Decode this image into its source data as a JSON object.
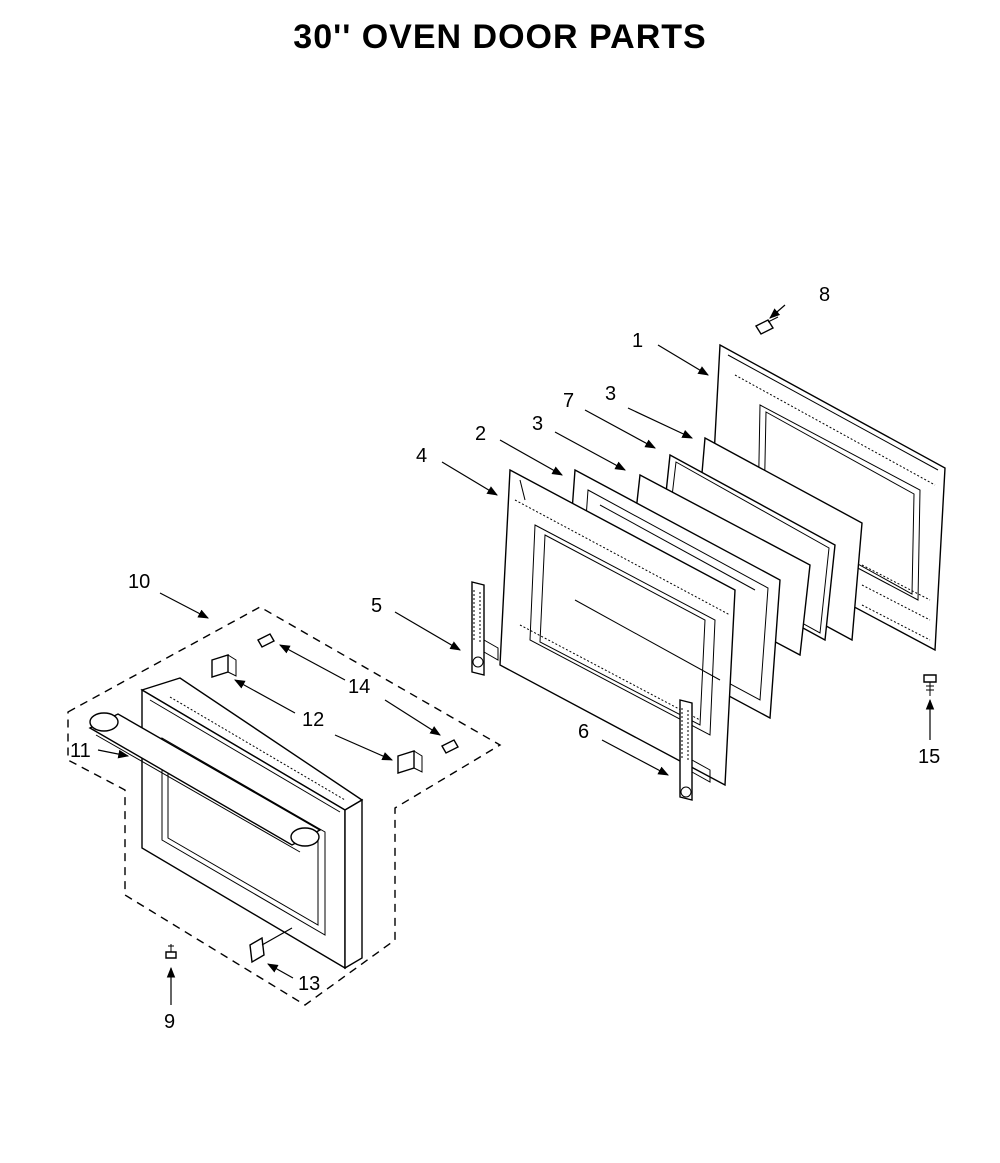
{
  "title": "30'' OVEN DOOR PARTS",
  "callouts": {
    "c1": "1",
    "c2": "2",
    "c3a": "3",
    "c3b": "3",
    "c4": "4",
    "c5": "5",
    "c6": "6",
    "c7": "7",
    "c8": "8",
    "c9": "9",
    "c10": "10",
    "c11": "11",
    "c12": "12",
    "c13": "13",
    "c14": "14",
    "c15": "15"
  }
}
